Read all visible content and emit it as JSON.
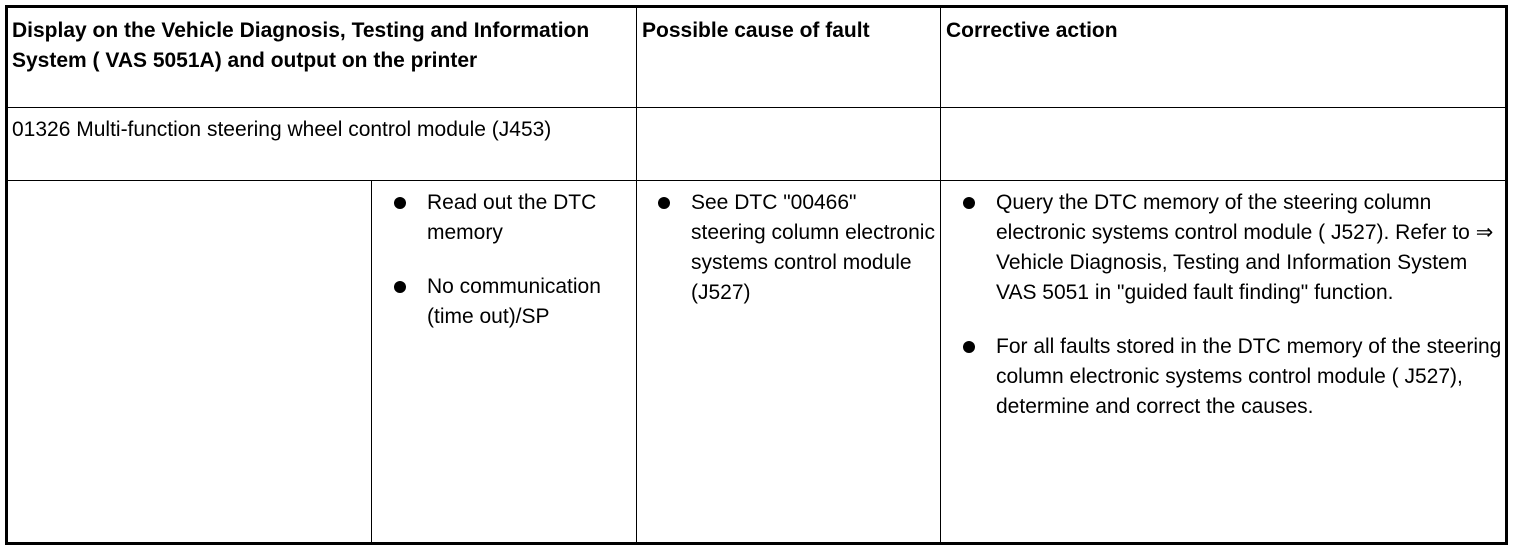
{
  "table": {
    "headers": {
      "display": "Display on the Vehicle Diagnosis, Testing and Information System ( VAS 5051A) and output on the printer",
      "cause": "Possible cause of fault",
      "action": "Corrective action"
    },
    "row1": {
      "display": "01326 Multi-function steering wheel control module (J453)"
    },
    "row2": {
      "display_items": [
        "Read out the DTC memory",
        "No communication (time out)/SP"
      ],
      "cause_items": [
        "See DTC \"00466\" steering column electronic systems control module (J527)"
      ],
      "action_items": [
        "Query the DTC memory of the steering column electronic systems control module ( J527). Refer to ⇒ Vehicle Diagnosis, Testing and Information System VAS 5051 in \"guided fault finding\" function.",
        "For all faults stored in the DTC memory of the steering column electronic systems control module ( J527), determine and correct the causes."
      ]
    }
  }
}
